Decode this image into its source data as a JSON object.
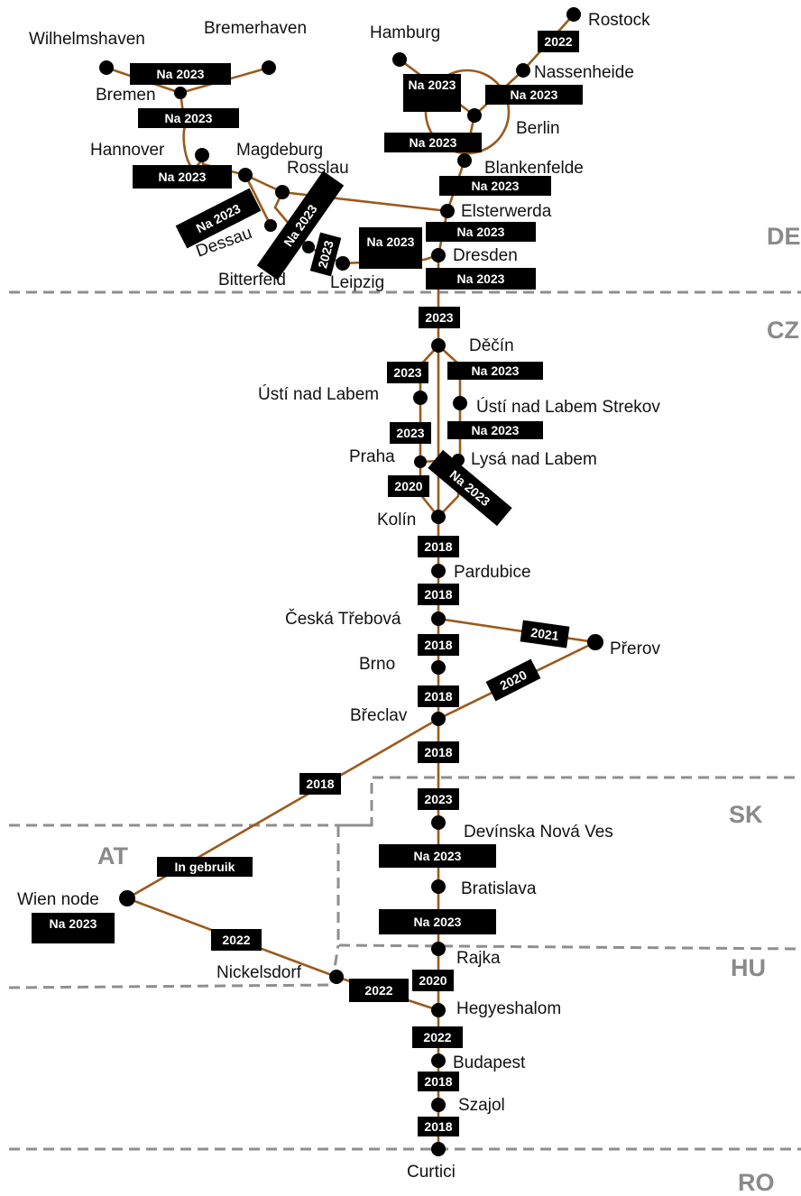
{
  "colors": {
    "route": "#9a5a1c",
    "border": "#8f8f8f",
    "node": "#000000",
    "tag": "#000000",
    "country": "#8a8a8a"
  },
  "countries": {
    "de": "DE",
    "cz": "CZ",
    "sk": "SK",
    "at": "AT",
    "hu": "HU",
    "ro": "RO"
  },
  "cities": {
    "rostock": "Rostock",
    "hamburg": "Hamburg",
    "nassenheide": "Nassenheide",
    "berlin": "Berlin",
    "blankenfelde": "Blankenfelde",
    "elsterwerda": "Elsterwerda",
    "dresden": "Dresden",
    "wilhelmshaven": "Wilhelmshaven",
    "bremerhaven": "Bremerhaven",
    "bremen": "Bremen",
    "hannover": "Hannover",
    "magdeburg": "Magdeburg",
    "rosslau": "Rosslau",
    "dessau": "Dessau",
    "bitterfeld": "Bitterfeld",
    "leipzig": "Leipzig",
    "decin": "Děčín",
    "usti": "Ústí nad Labem",
    "usti_strekov": "Ústí nad Labem Strekov",
    "praha": "Praha",
    "lysa": "Lysá nad Labem",
    "kolin": "Kolín",
    "pardubice": "Pardubice",
    "ceska_trebova": "Česká Třebová",
    "prerov": "Přerov",
    "brno": "Brno",
    "breclav": "Břeclav",
    "devinska": "Devínska Nová Ves",
    "bratislava": "Bratislava",
    "wien": "Wien node",
    "rajka": "Rajka",
    "nickelsdorf": "Nickelsdorf",
    "hegyeshalom": "Hegyeshalom",
    "budapest": "Budapest",
    "szajol": "Szajol",
    "curtici": "Curtici"
  },
  "tags": {
    "rostock_nassenheide": "2022",
    "hamburg_berlin": "Na 2023",
    "nassenheide_berlin": "Na 2023",
    "berlin_blankenfelde": "Na 2023",
    "blankenfelde_elsterwerda": "Na 2023",
    "elsterwerda_dresden": "Na 2023",
    "dresden_border": "Na 2023",
    "wilhelmshaven_bremerhaven": "Na 2023",
    "bremen_hannover": "Na 2023",
    "hannover_magdeburg": "Na 2023",
    "magdeburg_dessau": "Na 2023",
    "rosslau_bitterfeld": "Na 2023",
    "bitterfeld_leipzig": "2023",
    "leipzig_dresden": "Na 2023",
    "border_decin": "2023",
    "decin_usti": "2023",
    "decin_strekov": "Na 2023",
    "usti_praha": "2023",
    "strekov_lysa": "Na 2023",
    "praha_kolin": "2020",
    "lysa_kolin": "Na 2023",
    "kolin_pardubice": "2018",
    "pardubice_trebova": "2018",
    "trebova_prerov": "2021",
    "trebova_brno": "2018",
    "prerov_breclav": "2020",
    "brno_breclav": "2018",
    "breclav_border": "2018",
    "breclav_wien": "2018",
    "border_devinska": "2023",
    "devinska_bratislava": "Na 2023",
    "bratislava_rajka": "Na 2023",
    "wien_in_use": "In gebruik",
    "wien_node": "Na 2023",
    "wien_nickelsdorf": "2022",
    "nickelsdorf_hegyeshalom": "2022",
    "rajka_hegyeshalom": "2020",
    "hegyeshalom_budapest": "2022",
    "budapest_szajol": "2018",
    "szajol_curtici": "2018"
  }
}
